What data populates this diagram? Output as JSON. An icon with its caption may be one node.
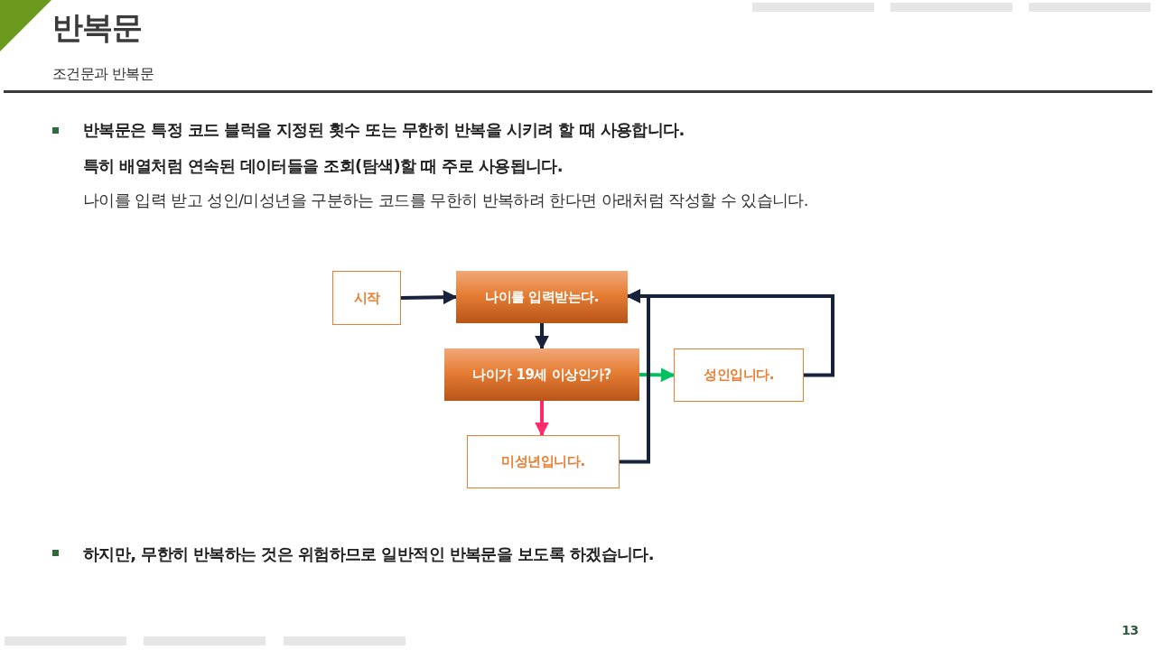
{
  "diagram": {
    "title": "반복문",
    "nodes": [
      {
        "text": [
          "시작"
        ]
      },
      {
        "text": [
          "나이를 입력받는다."
        ]
      },
      {
        "text": [
          "나이가 19세 이상인가?"
        ]
      },
      {
        "text": [
          "성인입니다."
        ]
      },
      {
        "text": [
          "미성년입니다."
        ]
      }
    ],
    "edges": [
      {
        "from": 0,
        "to": 1,
        "arrow": "to"
      },
      {
        "from": 1,
        "to": 2,
        "arrow": "to"
      },
      {
        "from": 2,
        "to": 3,
        "arrow": "to",
        "color": "#00c060"
      },
      {
        "from": 2,
        "to": 4,
        "arrow": "to",
        "color": "#ff2a6a"
      },
      {
        "from": 3,
        "to": 1,
        "arrow": "to"
      },
      {
        "from": 4,
        "to": 1,
        "arrow": "to"
      }
    ],
    "labels": [
      "조건문과 반복문",
      "반복문은 특정 코드 블럭을 지정된 횟수 또는 무한히 반복을 시키려 할 때 사용합니다.",
      "특히 배열처럼 연속된 데이터들을 조회(탐색)할 때 주로 사용됩니다.",
      "나이를 입력 받고 성인/미성년을 구분하는 코드를 무한히 반복하려 한다면 아래처럼 작성할 수 있습니다.",
      "하지만, 무한히 반복하는 것은 위험하므로 일반적인 반복문을 보도록 하겠습니다.",
      "13"
    ]
  }
}
